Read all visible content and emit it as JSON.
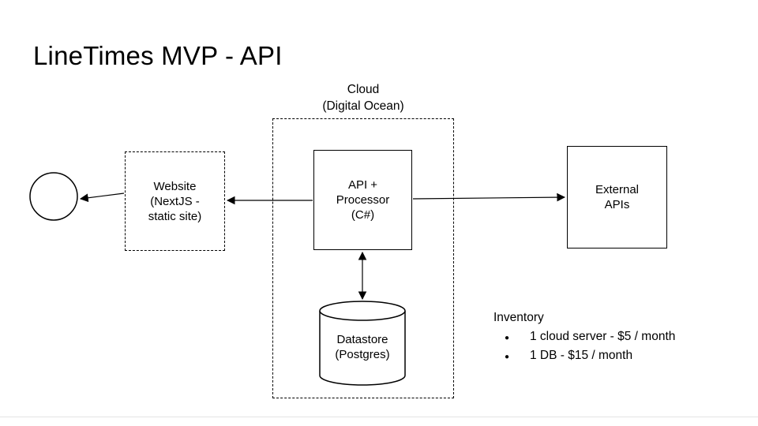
{
  "title": "LineTimes MVP - API",
  "nodes": {
    "user": {
      "name": "user-circle"
    },
    "website": {
      "label": "Website\n(NextJS -\nstatic site)"
    },
    "cloud": {
      "label": "Cloud\n(Digital Ocean)"
    },
    "api": {
      "label": "API +\nProcessor\n(C#)"
    },
    "datastore": {
      "label": "Datastore\n(Postgres)"
    },
    "external": {
      "label": "External\nAPIs"
    }
  },
  "inventory": {
    "title": "Inventory",
    "bullet": "●",
    "items": [
      "1 cloud server - $5 / month",
      "1 DB - $15 / month"
    ]
  },
  "colors": {
    "stroke": "#000000",
    "background": "#ffffff"
  }
}
